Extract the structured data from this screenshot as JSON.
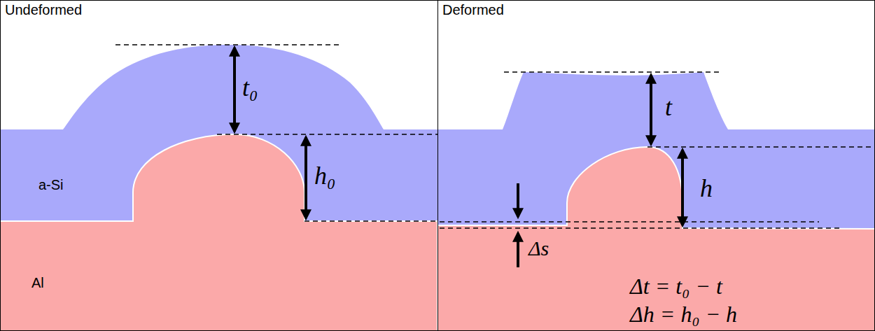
{
  "diagram": {
    "nodes": [
      {
        "text": [
          "Undeformed"
        ]
      },
      {
        "text": [
          "Deformed"
        ]
      }
    ],
    "labels": [
      "a-Si",
      "Al",
      "t₀",
      "h₀",
      "t",
      "h",
      "Δs",
      "Δt = t₀ − t",
      "Δh = h₀ − h"
    ]
  }
}
